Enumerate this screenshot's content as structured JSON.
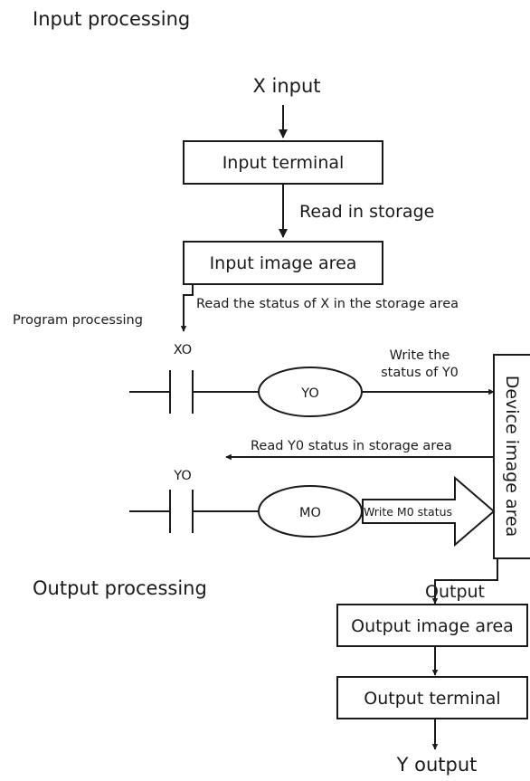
{
  "headings": {
    "input_processing": "Input processing",
    "program_processing": "Program processing",
    "output_processing": "Output processing"
  },
  "input_chain": {
    "x_input": "X input",
    "input_terminal": "Input terminal",
    "read_in_storage": "Read in storage",
    "input_image_area": "Input image area",
    "read_status_note": "Read the status of X in the storage area"
  },
  "ladder": {
    "rung1_contact": "XO",
    "rung1_coil": "YO",
    "write_y0_line1": "Write the",
    "write_y0_line2": "status of Y0",
    "read_y0_note": "Read Y0 status in storage area",
    "rung2_contact": "YO",
    "rung2_coil": "MO",
    "write_m0_note": "Write M0 status"
  },
  "device_image_area": "Device image area",
  "output_chain": {
    "output_label": "Output",
    "output_image_area": "Output image area",
    "output_terminal": "Output terminal",
    "y_output": "Y output"
  },
  "colors": {
    "ink": "#1a1a1a",
    "background": "#ffffff"
  }
}
